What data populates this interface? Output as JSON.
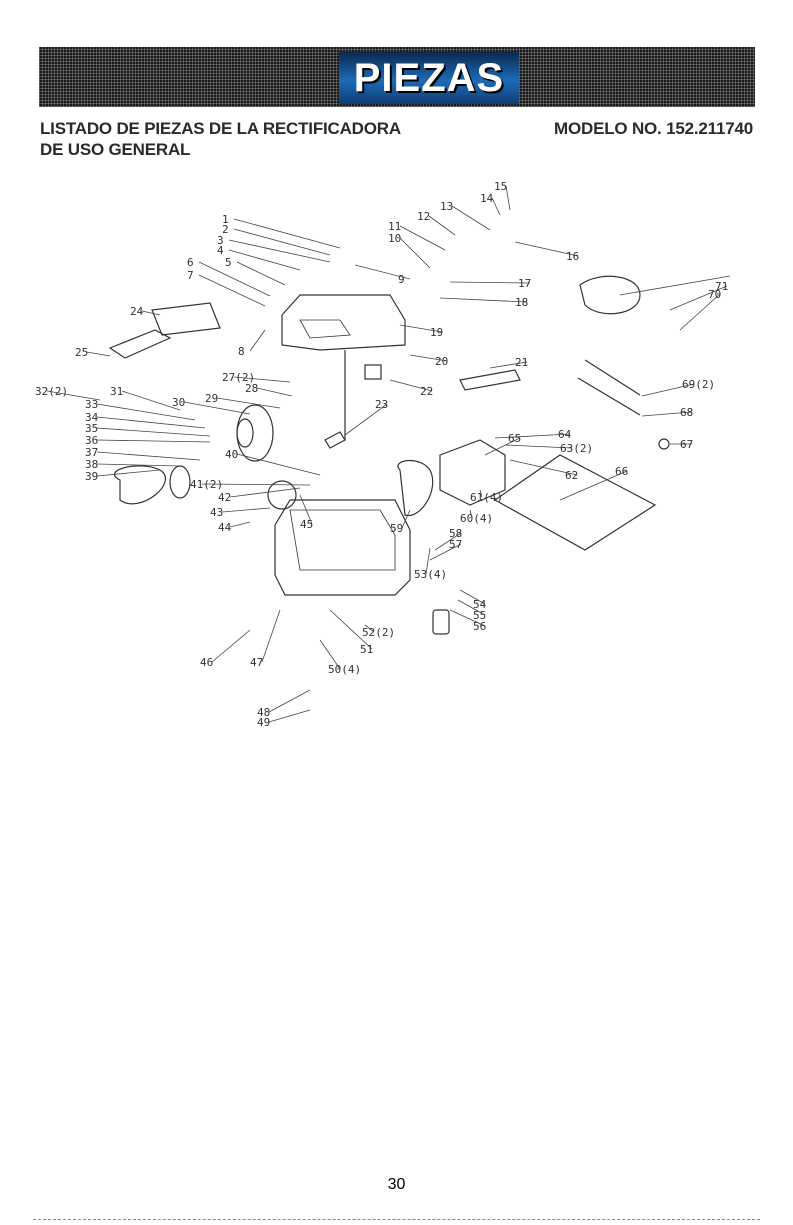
{
  "banner": {
    "title": "PIEZAS"
  },
  "heading": {
    "line1": "LISTADO DE PIEZAS DE LA RECTIFICADORA",
    "line2": "DE USO GENERAL",
    "model": "MODELO NO. 152.211740"
  },
  "diagram": {
    "labels": [
      "1",
      "2",
      "3",
      "4",
      "5",
      "6",
      "7",
      "8",
      "9",
      "10",
      "11",
      "12",
      "13",
      "14",
      "15",
      "16",
      "17",
      "18",
      "19",
      "20",
      "21",
      "22",
      "23",
      "24",
      "25",
      "27(2)",
      "28",
      "29",
      "30",
      "31",
      "32(2)",
      "33",
      "34",
      "35",
      "36",
      "37",
      "38",
      "39",
      "40",
      "41(2)",
      "42",
      "43",
      "44",
      "45",
      "46",
      "47",
      "48",
      "49",
      "50(4)",
      "51",
      "52(2)",
      "53(4)",
      "54",
      "55",
      "56",
      "57",
      "58",
      "59",
      "60(4)",
      "61(4)",
      "62",
      "63(2)",
      "64",
      "65",
      "66",
      "67",
      "68",
      "69(2)",
      "70",
      "71"
    ]
  },
  "footer": {
    "page_number": "30"
  }
}
